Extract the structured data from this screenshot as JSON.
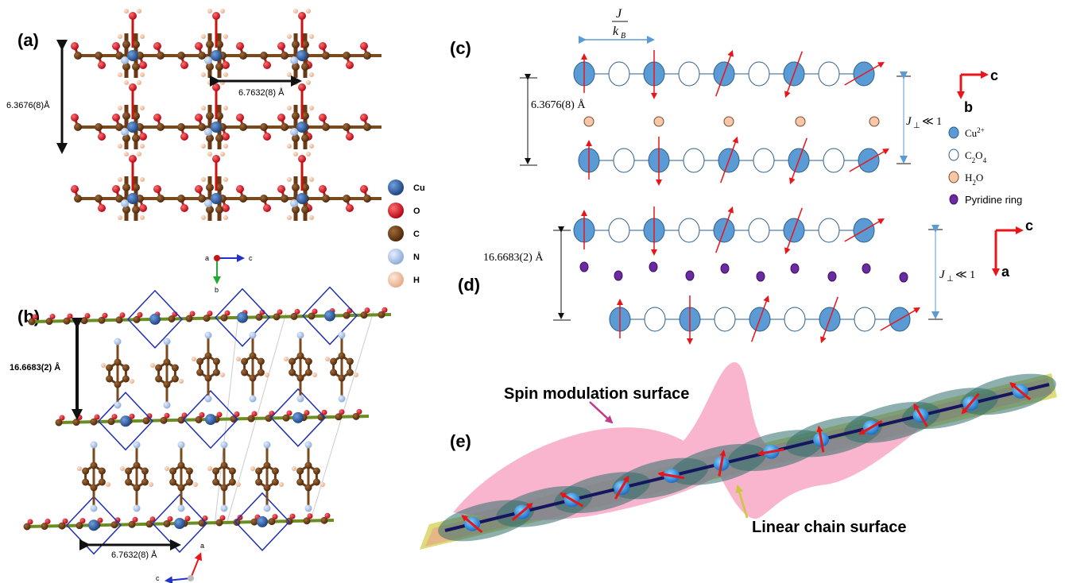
{
  "panels": {
    "a": "(a)",
    "b": "(b)",
    "c": "(c)",
    "d": "(d)",
    "e": "(e)"
  },
  "panel_a": {
    "dist_vertical": "6.3676(8)Å",
    "dist_horizontal": "6.7632(8) Å",
    "axis_a": "a",
    "axis_b": "b",
    "axis_c": "c"
  },
  "legend_atoms": [
    {
      "label": "Cu",
      "color": "#1f4e8c"
    },
    {
      "label": "O",
      "color": "#e8161b"
    },
    {
      "label": "C",
      "color": "#6b3a14"
    },
    {
      "label": "N",
      "color": "#a9c4ea"
    },
    {
      "label": "H",
      "color": "#f3c7a4"
    }
  ],
  "panel_b": {
    "dist_vertical": "16.6683(2) Å",
    "dist_horizontal": "6.7632(8) Å",
    "axis_a": "a",
    "axis_c": "c"
  },
  "panel_c": {
    "coupling_J": "J",
    "coupling_kB": "k",
    "coupling_kB_sub": "B",
    "dist": "6.3676(8) Å",
    "jperp": "J",
    "jperp_sub": "⊥",
    "jperp_rel": "≪ 1",
    "axis_c": "c",
    "axis_b": "b"
  },
  "legend_species": [
    {
      "label": "Cu",
      "sup": "2+",
      "sub": "",
      "tail": "",
      "fill": "#5b9bd5",
      "stroke": "#2e5f8c",
      "r": 7
    },
    {
      "label": "C",
      "sup": "",
      "sub": "2",
      "tail": "O",
      "sub2": "4",
      "fill": "#ffffff",
      "stroke": "#2e5f8c",
      "r": 7
    },
    {
      "label": "H",
      "sup": "",
      "sub": "2",
      "tail": "O",
      "sub2": "",
      "fill": "#f7c7a8",
      "stroke": "#7a4a2e",
      "r": 7
    },
    {
      "label": "Pyridine ring",
      "sup": "",
      "sub": "",
      "tail": "",
      "fill": "#6b2aa0",
      "stroke": "#3d1266",
      "r": 6
    }
  ],
  "panel_d": {
    "dist": "16.6683(2) Å",
    "jperp": "J",
    "jperp_sub": "⊥",
    "jperp_rel": "≪ 1",
    "axis_c": "c",
    "axis_a": "a"
  },
  "panel_e": {
    "spin_modulation_label": "Spin modulation surface",
    "linear_chain_label": "Linear chain surface"
  },
  "colors": {
    "cu_blue": "#5b9bd5",
    "arrow_red": "#e8161b",
    "dim_blue": "#5b9bd5",
    "pink": "#f7a8c4",
    "yellow": "#d9d86b",
    "teal": "#2f6d6b",
    "purple": "#6b2aa0"
  }
}
